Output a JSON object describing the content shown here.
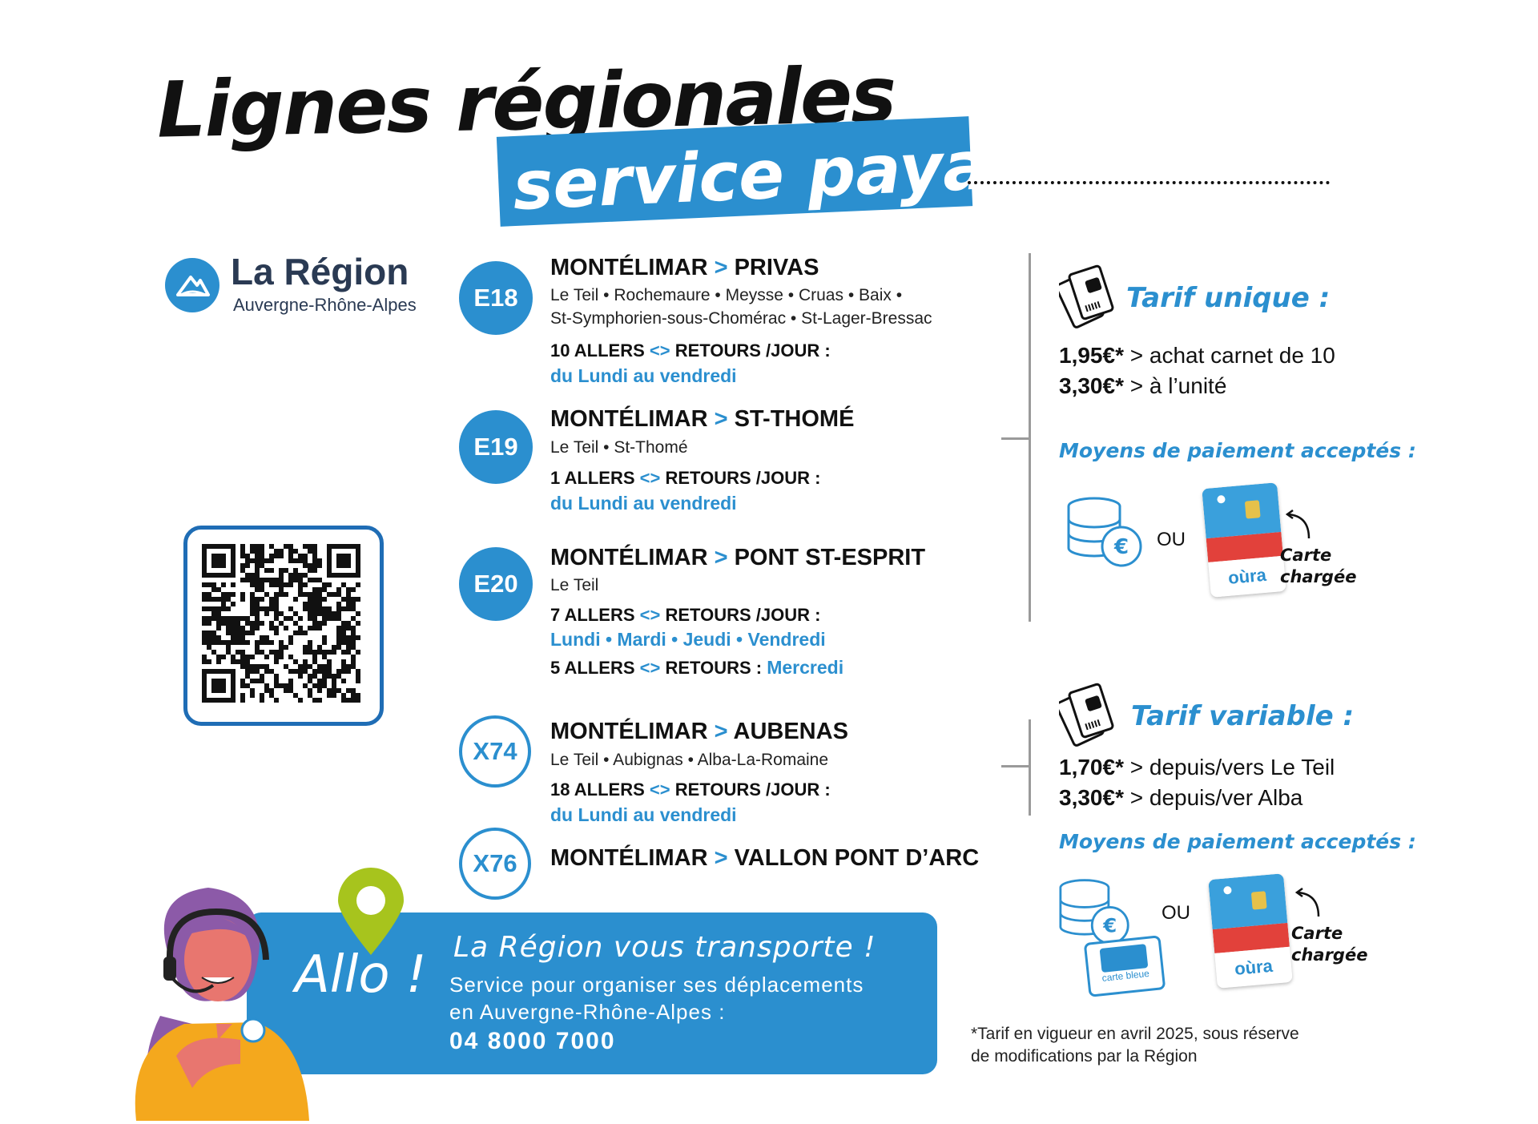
{
  "header": {
    "title": "Lignes régionales",
    "subtitle": "service payant"
  },
  "logo": {
    "title": "La Région",
    "subtitle": "Auvergne-Rhône-Alpes"
  },
  "colors": {
    "accent": "#2b8fcf",
    "dark_text": "#111111",
    "logo_text": "#2a3a53",
    "divider": "#9a9a9a"
  },
  "lines": [
    {
      "code": "E18",
      "from": "MONTÉLIMAR",
      "arrow": ">",
      "to": "PRIVAS",
      "stops_1": "Le Teil • Rochemaure • Meysse • Cruas • Baix •",
      "stops_2": "St-Symphorien-sous-Chomérac • St-Lager-Bressac",
      "freq_a": "10 ALLERS",
      "freq_arrow": "<>",
      "freq_b": "RETOURS /JOUR :",
      "days": "du Lundi au vendredi"
    },
    {
      "code": "E19",
      "from": "MONTÉLIMAR",
      "arrow": ">",
      "to": "ST-THOMÉ",
      "stops_1": "Le Teil • St-Thomé",
      "freq_a": "1 ALLERS",
      "freq_arrow": "<>",
      "freq_b": "RETOURS /JOUR :",
      "days": "du Lundi au vendredi"
    },
    {
      "code": "E20",
      "from": "MONTÉLIMAR",
      "arrow": ">",
      "to": "PONT ST-ESPRIT",
      "stops_1": "Le Teil",
      "freq_a": "7 ALLERS",
      "freq_arrow": "<>",
      "freq_b": "RETOURS /JOUR :",
      "days": "Lundi • Mardi • Jeudi • Vendredi",
      "freq2_a": "5 ALLERS",
      "freq2_b": "RETOURS :",
      "days2": "Mercredi"
    },
    {
      "code": "X74",
      "from": "MONTÉLIMAR",
      "arrow": ">",
      "to": "AUBENAS",
      "stops_1": "Le Teil • Aubignas • Alba-La-Romaine",
      "freq_a": "18 ALLERS",
      "freq_arrow": "<>",
      "freq_b": "RETOURS /JOUR :",
      "days": "du Lundi au vendredi"
    },
    {
      "code": "X76",
      "from": "MONTÉLIMAR",
      "arrow": ">",
      "to": "VALLON PONT D’ARC"
    }
  ],
  "tarif_unique": {
    "title": "Tarif unique :",
    "price1": "1,95€*",
    "label1": "> achat carnet de 10",
    "price2": "3,30€*",
    "label2": "> à l’unité",
    "payment_title": "Moyens de paiement acceptés :",
    "or": "OU",
    "card_note_1": "Carte",
    "card_note_2": "chargée",
    "card_brand": "oùra"
  },
  "tarif_variable": {
    "title": "Tarif variable :",
    "price1": "1,70€*",
    "label1": "> depuis/vers Le Teil",
    "price2": "3,30€*",
    "label2": "> depuis/ver Alba",
    "payment_title": "Moyens de paiement acceptés :",
    "or": "OU",
    "card_note_1": "Carte",
    "card_note_2": "chargée",
    "card_brand": "oùra",
    "cb_label": "carte bleue"
  },
  "allo": {
    "exclaim": "Allo !",
    "title": "La Région vous transporte !",
    "line1": "Service pour organiser ses déplacements",
    "line2": "en Auvergne-Rhône-Alpes :",
    "phone": "04 8000 7000"
  },
  "footnote": {
    "line1": "*Tarif en vigueur en avril 2025, sous réserve",
    "line2": "de modifications par la Région"
  }
}
